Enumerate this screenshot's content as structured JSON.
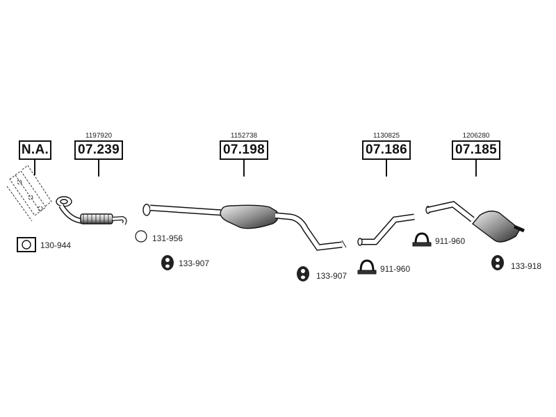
{
  "groups": [
    {
      "code": "N.A.",
      "ref": ""
    },
    {
      "code": "07.239",
      "ref": "1197920"
    },
    {
      "code": "07.198",
      "ref": "1152738"
    },
    {
      "code": "07.186",
      "ref": "1130825"
    },
    {
      "code": "07.185",
      "ref": "1206280"
    }
  ],
  "accessories": [
    {
      "label": "130-944",
      "icon": "gasket-icon"
    },
    {
      "label": "131-956",
      "icon": "ring-icon"
    },
    {
      "label": "133-907",
      "icon": "rubber-mount-icon"
    },
    {
      "label": "133-907",
      "icon": "rubber-mount-icon"
    },
    {
      "label": "911-960",
      "icon": "clamp-icon"
    },
    {
      "label": "911-960",
      "icon": "clamp-icon"
    },
    {
      "label": "133-918",
      "icon": "rubber-mount-icon"
    }
  ],
  "colors": {
    "line": "#111111",
    "shade": "#6f6f6f",
    "background": "#ffffff"
  }
}
